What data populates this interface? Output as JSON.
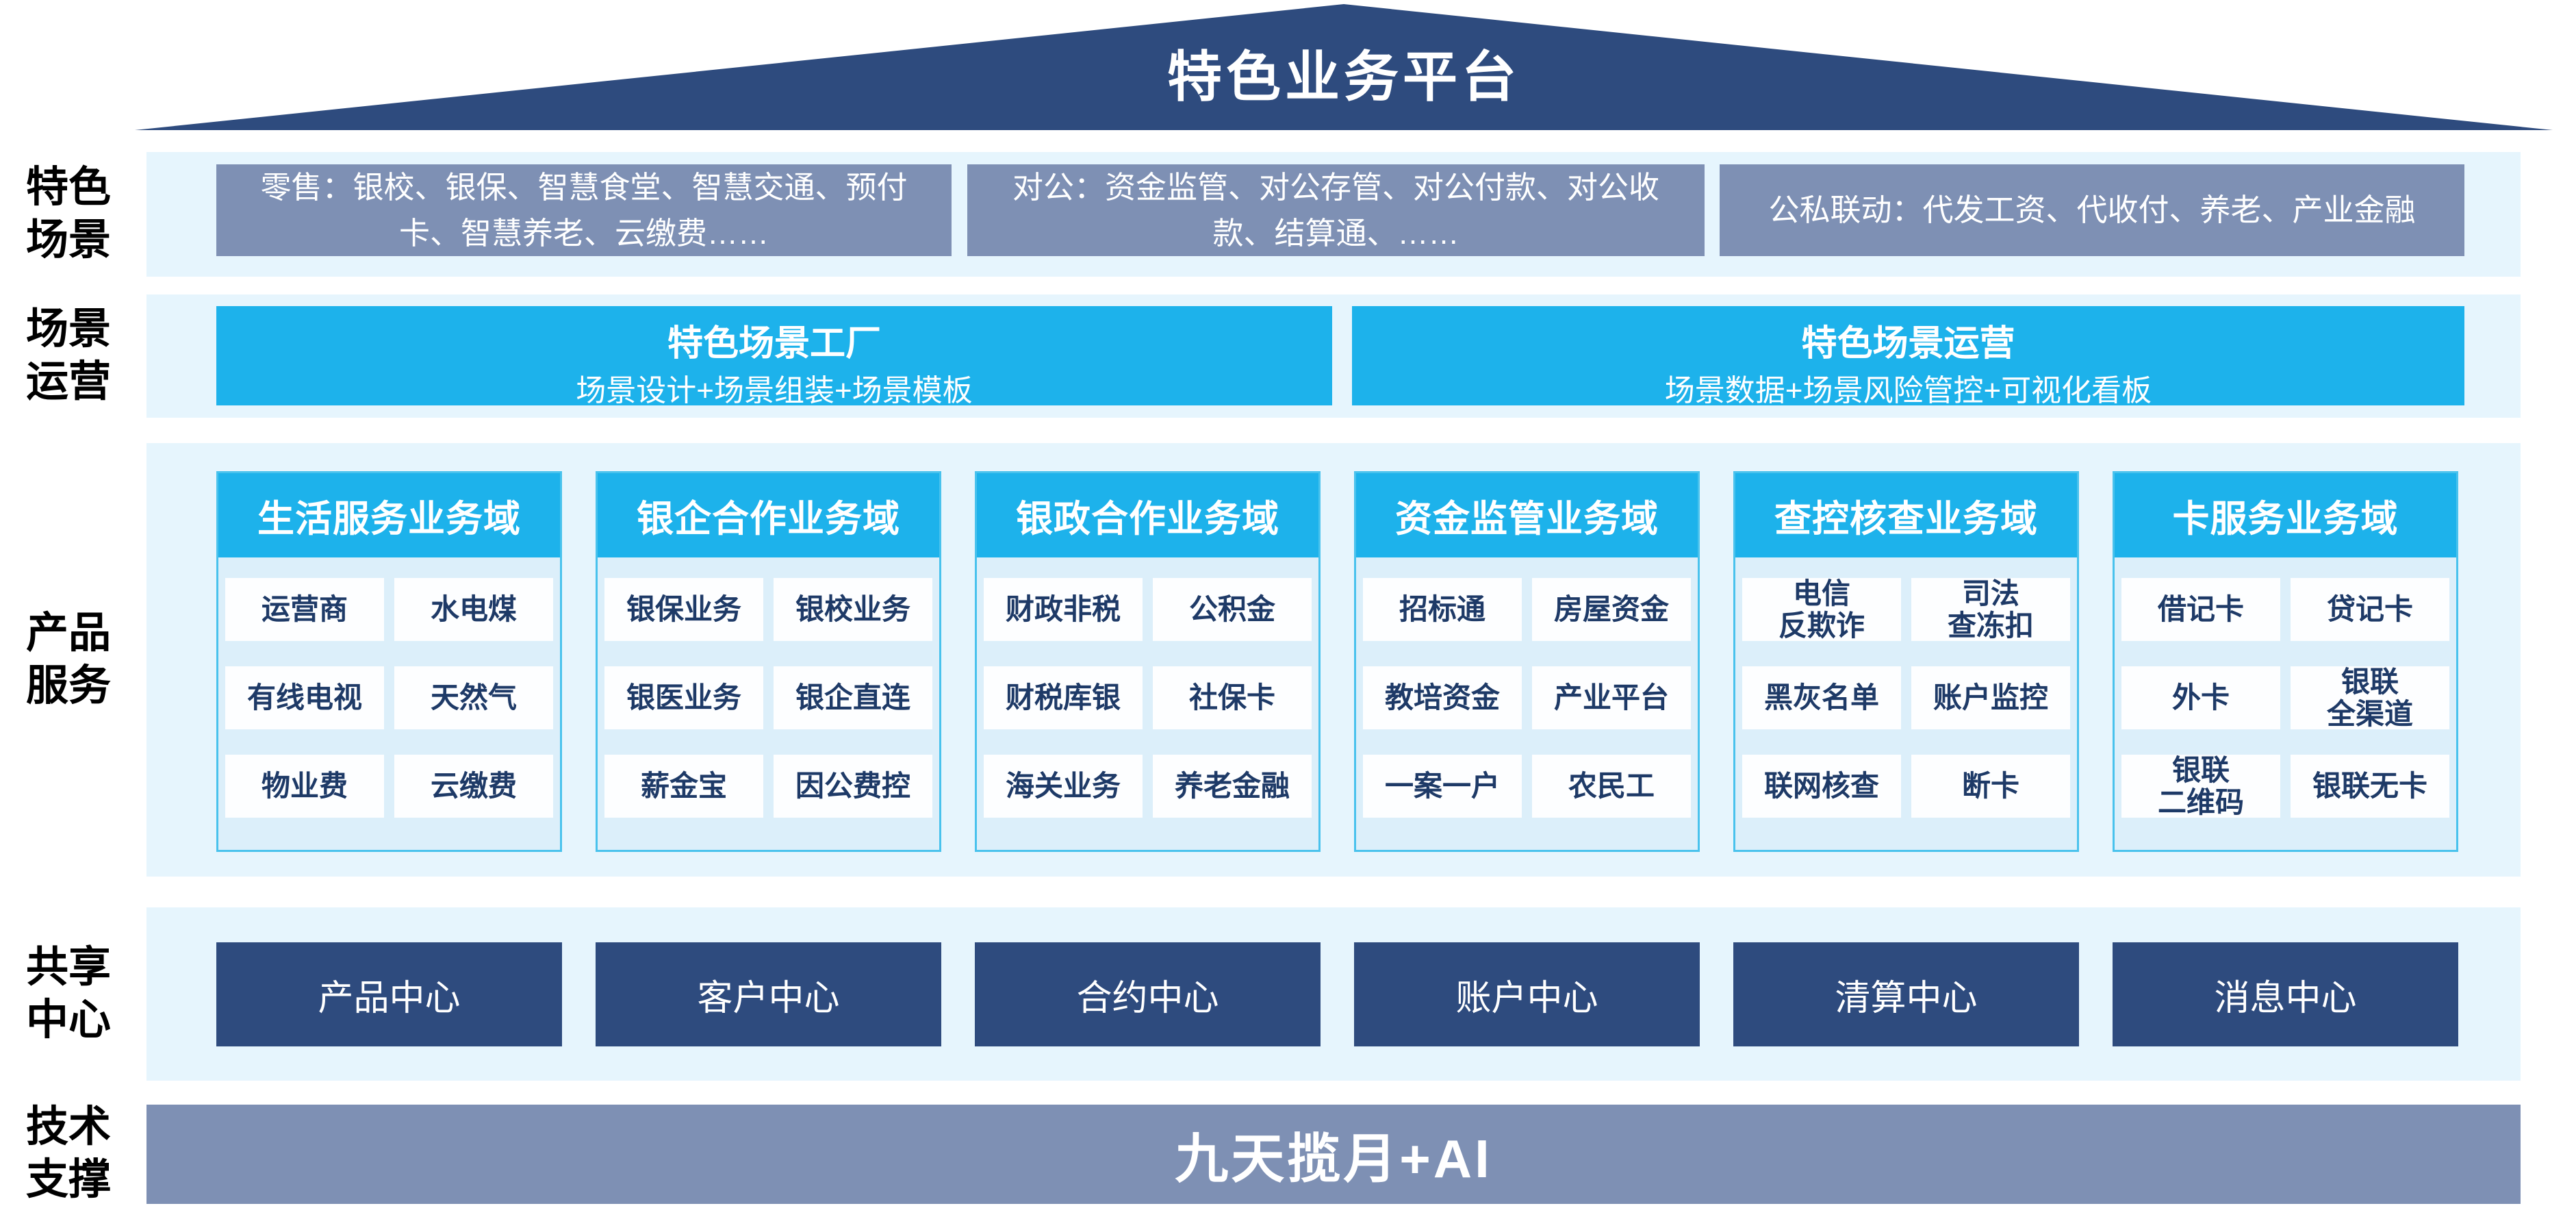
{
  "roof": {
    "title": "特色业务平台"
  },
  "side_labels": [
    "特色\n场景",
    "场景\n运营",
    "产品\n服务",
    "共享\n中心",
    "技术\n支撑"
  ],
  "scene_row": {
    "boxes": [
      "零售：银校、银保、智慧食堂、智慧交通、预付卡、智慧养老、云缴费……",
      "对公：资金监管、对公存管、对公付款、对公收款、结算通、……",
      "公私联动：代发工资、代收付、养老、产业金融"
    ]
  },
  "ops_row": {
    "boxes": [
      {
        "title": "特色场景工厂",
        "subtitle": "场景设计+场景组装+场景模板"
      },
      {
        "title": "特色场景运营",
        "subtitle": "场景数据+场景风险管控+可视化看板"
      }
    ]
  },
  "product_row": {
    "columns": [
      {
        "header": "生活服务业务域",
        "cells": [
          "运营商",
          "水电煤",
          "有线电视",
          "天然气",
          "物业费",
          "云缴费"
        ]
      },
      {
        "header": "银企合作业务域",
        "cells": [
          "银保业务",
          "银校业务",
          "银医业务",
          "银企直连",
          "薪金宝",
          "因公费控"
        ]
      },
      {
        "header": "银政合作业务域",
        "cells": [
          "财政非税",
          "公积金",
          "财税库银",
          "社保卡",
          "海关业务",
          "养老金融"
        ]
      },
      {
        "header": "资金监管业务域",
        "cells": [
          "招标通",
          "房屋资金",
          "教培资金",
          "产业平台",
          "一案一户",
          "农民工"
        ]
      },
      {
        "header": "查控核查业务域",
        "cells": [
          "电信\n反欺诈",
          "司法\n查冻扣",
          "黑灰名单",
          "账户监控",
          "联网核查",
          "断卡"
        ]
      },
      {
        "header": "卡服务业务域",
        "cells": [
          "借记卡",
          "贷记卡",
          "外卡",
          "银联\n全渠道",
          "银联\n二维码",
          "银联无卡"
        ]
      }
    ]
  },
  "shared_row": {
    "centers": [
      "产品中心",
      "客户中心",
      "合约中心",
      "账户中心",
      "清算中心",
      "消息中心"
    ]
  },
  "tech_row": {
    "bar_label": "九天揽月+AI"
  },
  "colors": {
    "roof_navy": "#2E4B7E",
    "slate_blue": "#7E90B4",
    "accent_cyan": "#1DB2EB",
    "band_light_blue": "#E6F5FD",
    "column_light_blue": "#DCEFFA",
    "cell_white": "#FDFEFF",
    "cell_text_navy": "#1E3A67",
    "column_border_cyan": "#49C2ED"
  }
}
